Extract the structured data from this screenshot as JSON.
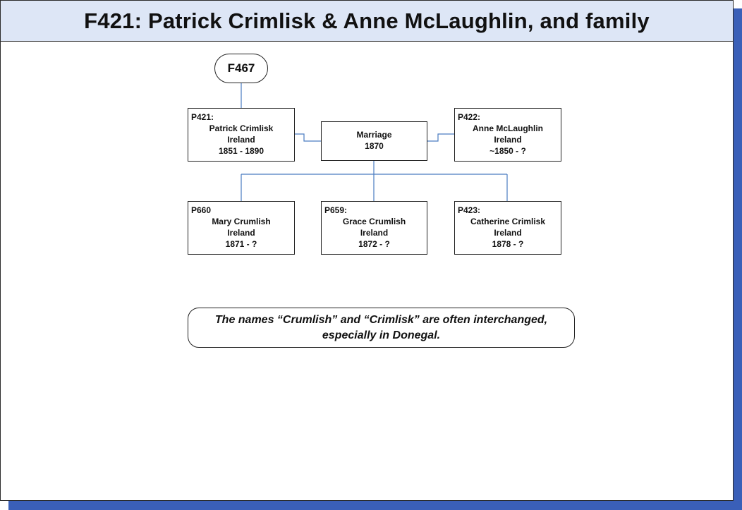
{
  "header": {
    "title": "F421: Patrick Crimlisk & Anne McLaughlin, and family"
  },
  "parent_family": {
    "label": "F467"
  },
  "father": {
    "id": "P421:",
    "name": "Patrick Crimlisk",
    "place": "Ireland",
    "dates": "1851 - 1890"
  },
  "marriage": {
    "label": "Marriage",
    "year": "1870"
  },
  "mother": {
    "id": "P422:",
    "name": "Anne McLaughlin",
    "place": "Ireland",
    "dates": "~1850 - ?"
  },
  "children": [
    {
      "id": "P660",
      "name": "Mary Crumlish",
      "place": "Ireland",
      "dates": "1871 - ?"
    },
    {
      "id": "P659:",
      "name": "Grace Crumlish",
      "place": "Ireland",
      "dates": "1872 - ?"
    },
    {
      "id": "P423:",
      "name": "Catherine Crimlisk",
      "place": "Ireland",
      "dates": "1878 - ?"
    }
  ],
  "note": {
    "text": "The names “Crumlish” and “Crimlisk” are often interchanged, especially in Donegal."
  },
  "colors": {
    "connector": "#4a7cc0",
    "header_bg": "#dde6f6",
    "shadow": "#3a5fb8"
  }
}
